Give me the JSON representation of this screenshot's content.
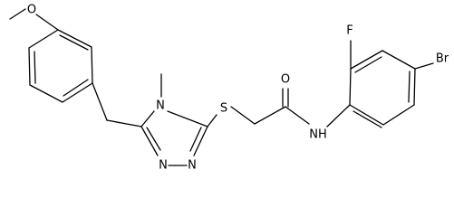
{
  "molecule": {
    "atoms": {
      "O_methoxy": "O",
      "F": "F",
      "Br": "Br",
      "O_carbonyl": "O",
      "N_amide": "NH",
      "S": "S",
      "N_ring_1": "N",
      "N_ring_2": "N",
      "N_ring_methyl": "N"
    },
    "colors": {
      "bond": "#000000",
      "label": "#000000",
      "background": "#ffffff"
    }
  }
}
